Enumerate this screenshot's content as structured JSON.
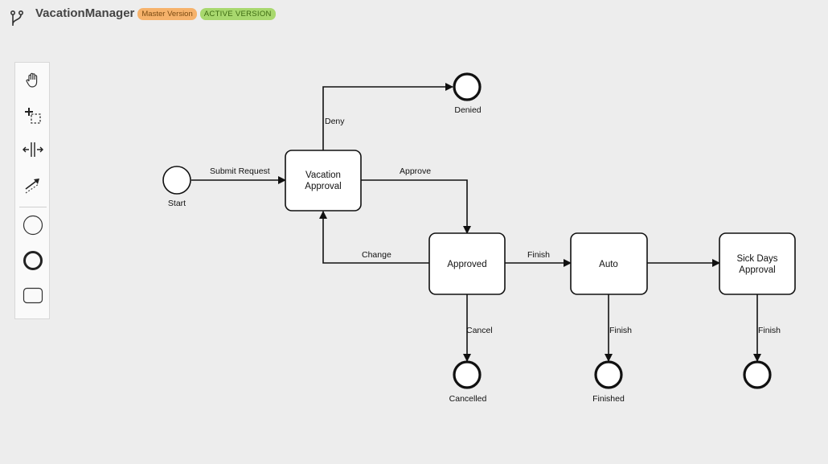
{
  "header": {
    "title": "VacationManager",
    "badge_master": "Master Version",
    "badge_active": "ACTIVE VERSION",
    "app_icon": "branch-icon"
  },
  "palette": {
    "tools": [
      {
        "name": "hand-tool-icon"
      },
      {
        "name": "lasso-tool-icon"
      },
      {
        "name": "space-tool-icon"
      },
      {
        "name": "connect-tool-icon"
      },
      {
        "name": "start-event-icon"
      },
      {
        "name": "end-event-icon"
      },
      {
        "name": "task-icon"
      }
    ]
  },
  "diagram": {
    "start": {
      "label": "Start"
    },
    "denied": {
      "label": "Denied"
    },
    "cancelled": {
      "label": "Cancelled"
    },
    "finished": {
      "label": "Finished"
    },
    "end_unlabeled": {
      "label": ""
    },
    "vacation_approval": {
      "line1": "Vacation",
      "line2": "Approval"
    },
    "approved": {
      "label": "Approved"
    },
    "auto": {
      "label": "Auto"
    },
    "sick_days_approval": {
      "line1": "Sick Days",
      "line2": "Approval"
    },
    "edges": {
      "submit_request": "Submit Request",
      "deny": "Deny",
      "approve": "Approve",
      "change": "Change",
      "finish_approved_auto": "Finish",
      "cancel": "Cancel",
      "finish_auto": "Finish",
      "finish_sick": "Finish"
    }
  },
  "colors": {
    "background": "#ededed",
    "master_badge": "#f6b26b",
    "active_badge": "#a8d86e"
  }
}
